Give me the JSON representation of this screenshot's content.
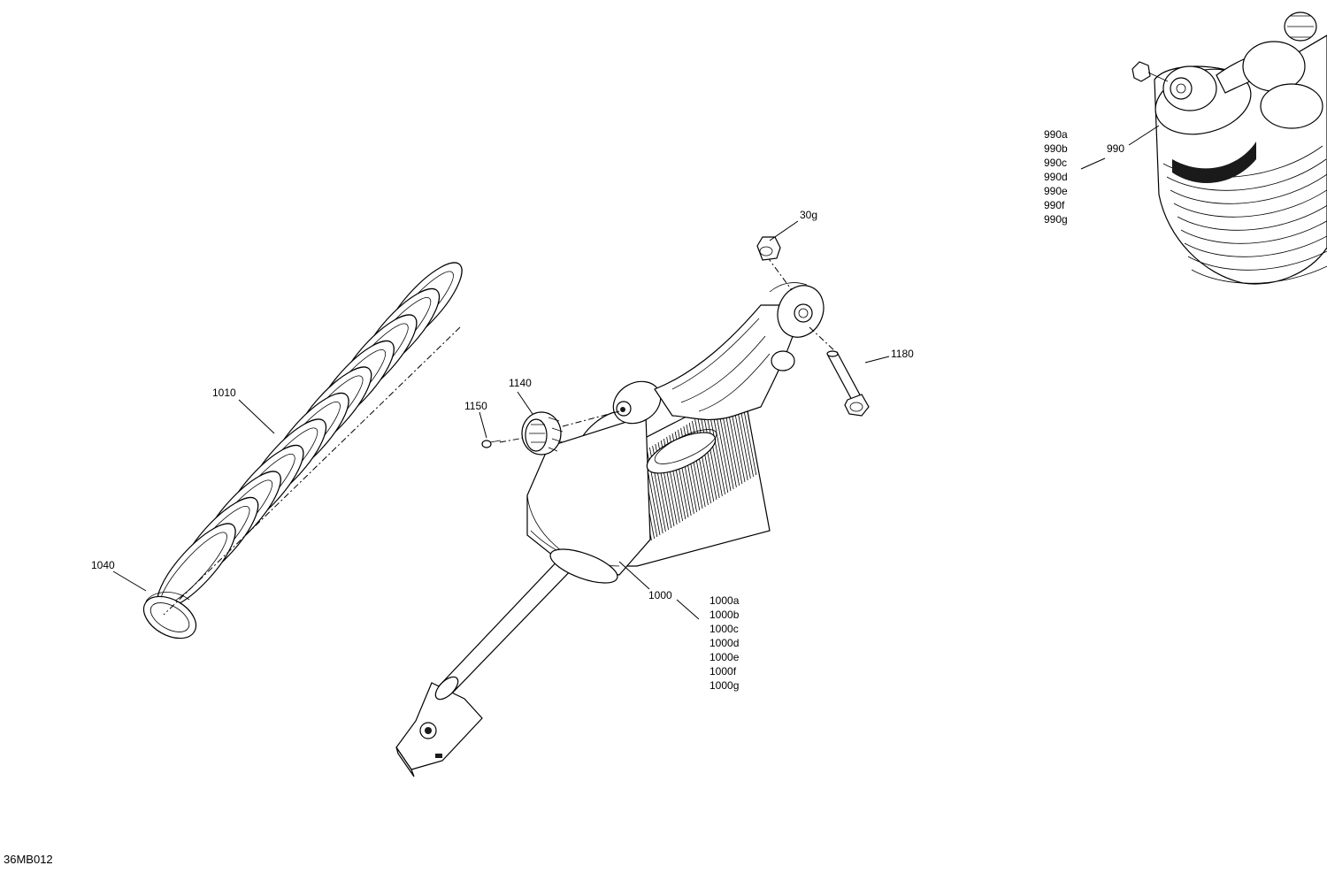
{
  "drawing_code": "36MB012",
  "callouts": {
    "p30g": "30g",
    "p1180": "1180",
    "p1140": "1140",
    "p1150": "1150",
    "p1010": "1010",
    "p1040": "1040",
    "p1000": "1000",
    "p990": "990"
  },
  "variants_1000": [
    "1000a",
    "1000b",
    "1000c",
    "1000d",
    "1000e",
    "1000f",
    "1000g"
  ],
  "variants_990": [
    "990a",
    "990b",
    "990c",
    "990d",
    "990e",
    "990f",
    "990g"
  ]
}
